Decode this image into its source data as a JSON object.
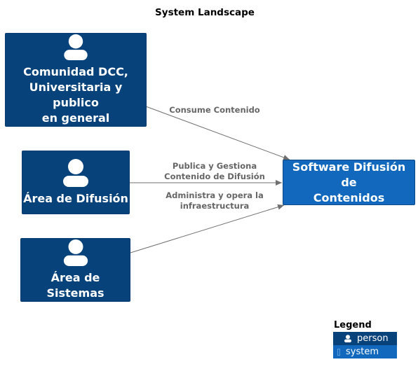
{
  "title": "System Landscape",
  "nodes": {
    "comunidad": {
      "label": "Comunidad DCC,\nUniversitaria y publico\nen general",
      "icon": "person-icon"
    },
    "difusion": {
      "label": "Área de Difusión",
      "icon": "person-icon"
    },
    "sistemas": {
      "label": "Área de Sistemas",
      "icon": "person-icon"
    },
    "software": {
      "label": "Software Difusión de\nContenidos"
    }
  },
  "edges": {
    "consume": "Consume Contenido",
    "publica": "Publica y Gestiona\nContenido de Difusión",
    "administra": "Administra y opera la\ninfraestructura"
  },
  "legend": {
    "title": "Legend",
    "person": "person",
    "system": "system"
  },
  "colors": {
    "person": "#08427b",
    "system": "#1168bd",
    "edge": "#707070",
    "edge_label": "#666666"
  }
}
